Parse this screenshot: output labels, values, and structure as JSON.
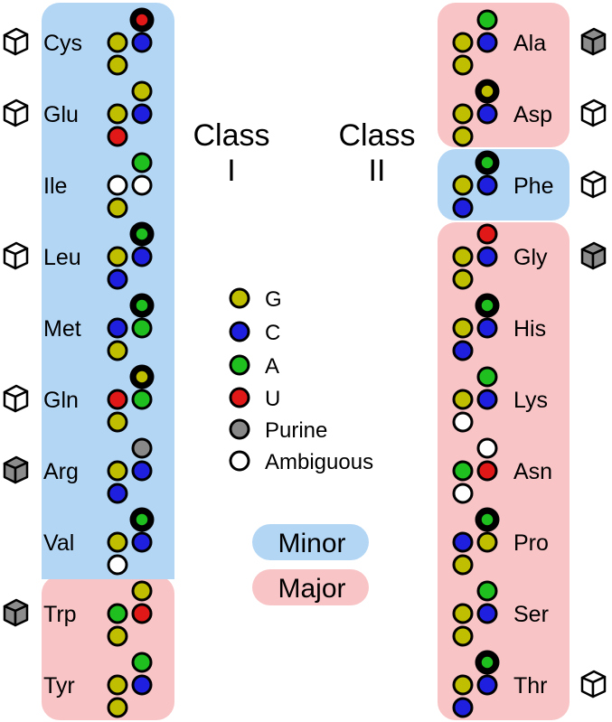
{
  "colors": {
    "G": "#c0be00",
    "C": "#1f1fe0",
    "A": "#1fbf1f",
    "U": "#e01818",
    "R": "#888888",
    "N": "#ffffff",
    "minor_bg": "#b3d6f5",
    "major_bg": "#f8c4c6",
    "cube_gray": "#8c8c8c",
    "cube_white": "#ffffff"
  },
  "class_labels": {
    "class1": {
      "word": "Class",
      "numeral": "I"
    },
    "class2": {
      "word": "Class",
      "numeral": "II"
    }
  },
  "legend": {
    "items": [
      {
        "key": "G",
        "label": "G"
      },
      {
        "key": "C",
        "label": "C"
      },
      {
        "key": "A",
        "label": "A"
      },
      {
        "key": "U",
        "label": "U"
      },
      {
        "key": "R",
        "label": "Purine"
      },
      {
        "key": "N",
        "label": "Ambiguous"
      }
    ],
    "minor_label": "Minor",
    "major_label": "Major"
  },
  "class1": [
    {
      "aa": "Cys",
      "cube": "white",
      "top": "U",
      "top_ring": true,
      "mid_left": "G",
      "mid_right": "C",
      "bottom": "G"
    },
    {
      "aa": "Glu",
      "cube": "white",
      "top": "G",
      "top_ring": false,
      "mid_left": "G",
      "mid_right": "C",
      "bottom": "U"
    },
    {
      "aa": "Ile",
      "cube": "none",
      "top": "A",
      "top_ring": false,
      "mid_left": "N",
      "mid_right": "N",
      "bottom": "G"
    },
    {
      "aa": "Leu",
      "cube": "white",
      "top": "A",
      "top_ring": true,
      "mid_left": "G",
      "mid_right": "C",
      "bottom": "C"
    },
    {
      "aa": "Met",
      "cube": "none",
      "top": "A",
      "top_ring": true,
      "mid_left": "C",
      "mid_right": "A",
      "bottom": "G"
    },
    {
      "aa": "Gln",
      "cube": "white",
      "top": "G",
      "top_ring": true,
      "mid_left": "U",
      "mid_right": "A",
      "bottom": "G"
    },
    {
      "aa": "Arg",
      "cube": "gray",
      "top": "R",
      "top_ring": false,
      "mid_left": "G",
      "mid_right": "C",
      "bottom": "C"
    },
    {
      "aa": "Val",
      "cube": "none",
      "top": "A",
      "top_ring": true,
      "mid_left": "G",
      "mid_right": "C",
      "bottom": "N"
    },
    {
      "aa": "Trp",
      "cube": "gray",
      "top": "G",
      "top_ring": false,
      "mid_left": "A",
      "mid_right": "U",
      "bottom": "G"
    },
    {
      "aa": "Tyr",
      "cube": "none",
      "top": "A",
      "top_ring": false,
      "mid_left": "G",
      "mid_right": "C",
      "bottom": "G"
    }
  ],
  "class2": [
    {
      "aa": "Ala",
      "cube": "gray",
      "top": "A",
      "top_ring": false,
      "mid_left": "G",
      "mid_right": "C",
      "bottom": "G"
    },
    {
      "aa": "Asp",
      "cube": "white",
      "top": "G",
      "top_ring": true,
      "mid_left": "G",
      "mid_right": "C",
      "bottom": "G"
    },
    {
      "aa": "Phe",
      "cube": "white",
      "top": "A",
      "top_ring": true,
      "mid_left": "G",
      "mid_right": "C",
      "bottom": "C"
    },
    {
      "aa": "Gly",
      "cube": "gray",
      "top": "U",
      "top_ring": false,
      "mid_left": "G",
      "mid_right": "C",
      "bottom": "G"
    },
    {
      "aa": "His",
      "cube": "none",
      "top": "A",
      "top_ring": true,
      "mid_left": "G",
      "mid_right": "C",
      "bottom": "C"
    },
    {
      "aa": "Lys",
      "cube": "none",
      "top": "A",
      "top_ring": false,
      "mid_left": "G",
      "mid_right": "C",
      "bottom": "N"
    },
    {
      "aa": "Asn",
      "cube": "none",
      "top": "N",
      "top_ring": false,
      "mid_left": "A",
      "mid_right": "U",
      "bottom": "N"
    },
    {
      "aa": "Pro",
      "cube": "none",
      "top": "A",
      "top_ring": true,
      "mid_left": "C",
      "mid_right": "G",
      "bottom": "G"
    },
    {
      "aa": "Ser",
      "cube": "none",
      "top": "A",
      "top_ring": false,
      "mid_left": "G",
      "mid_right": "C",
      "bottom": "G"
    },
    {
      "aa": "Thr",
      "cube": "white",
      "top": "A",
      "top_ring": true,
      "mid_left": "G",
      "mid_right": "C",
      "bottom": "C"
    }
  ]
}
